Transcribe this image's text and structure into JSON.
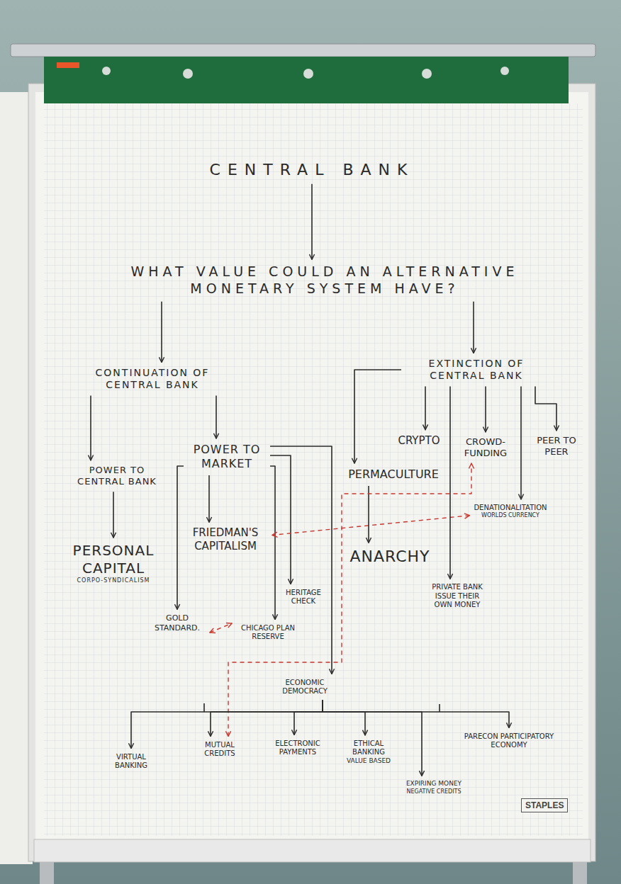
{
  "diagram": {
    "nodes": [
      {
        "text": [
          "CENTRAL BANK"
        ]
      },
      {
        "text": [
          "WHAT VALUE COULD AN ALTERNATIVE MONETARY SYSTEM HAVE?"
        ]
      },
      {
        "text": [
          "CONTINUATION OF CENTRAL BANK"
        ]
      },
      {
        "text": [
          "EXTINCTION OF CENTRAL BANK"
        ]
      },
      {
        "text": [
          "POWER TO CENTRAL BANK"
        ]
      },
      {
        "text": [
          "POWER TO MARKET"
        ]
      },
      {
        "text": [
          "PERSONAL CAPITAL",
          "CORPO-SYNDICALISM"
        ]
      },
      {
        "text": [
          "FRIEDMAN'S CAPITALISM"
        ]
      },
      {
        "text": [
          "GOLD STANDARD."
        ]
      },
      {
        "text": [
          "CHICAGO PLAN RESERVE"
        ]
      },
      {
        "text": [
          "HERITAGE CHECK"
        ]
      },
      {
        "text": [
          "ECONOMIC DEMOCRACY"
        ]
      },
      {
        "text": [
          "CRYPTO"
        ]
      },
      {
        "text": [
          "CROWD-FUNDING"
        ]
      },
      {
        "text": [
          "PEER TO PEER"
        ]
      },
      {
        "text": [
          "PERMACULTURE"
        ]
      },
      {
        "text": [
          "ANARCHY"
        ]
      },
      {
        "text": [
          "DENATIONALITATION",
          "WORLDS CURRENCY"
        ]
      },
      {
        "text": [
          "PRIVATE BANK ISSUE THEIR OWN MONEY"
        ]
      },
      {
        "text": [
          "VIRTUAL BANKING"
        ]
      },
      {
        "text": [
          "MUTUAL CREDITS"
        ]
      },
      {
        "text": [
          "ELECTRONIC PAYMENTS"
        ]
      },
      {
        "text": [
          "ETHICAL BANKING",
          "VALUE BASED"
        ]
      },
      {
        "text": [
          "EXPIRING MONEY",
          "NEGATIVE CREDITS"
        ]
      },
      {
        "text": [
          "PARECON PARTICIPATORY ECONOMY"
        ]
      }
    ],
    "edges": [
      {
        "from": 0,
        "to": 1,
        "arrow": "to"
      },
      {
        "from": 1,
        "to": 2,
        "arrow": "to"
      },
      {
        "from": 1,
        "to": 3,
        "arrow": "to"
      },
      {
        "from": 2,
        "to": 4,
        "arrow": "to"
      },
      {
        "from": 2,
        "to": 5,
        "arrow": "to"
      },
      {
        "from": 4,
        "to": 6,
        "arrow": "to"
      },
      {
        "from": 5,
        "to": 7,
        "arrow": "to"
      },
      {
        "from": 5,
        "to": 8,
        "arrow": "to"
      },
      {
        "from": 5,
        "to": 9,
        "arrow": "to"
      },
      {
        "from": 5,
        "to": 10,
        "arrow": "to"
      },
      {
        "from": 5,
        "to": 11,
        "arrow": "to"
      },
      {
        "from": 8,
        "to": 9,
        "arrow": "both"
      },
      {
        "from": 17,
        "to": 7,
        "arrow": "both"
      },
      {
        "from": 3,
        "to": 15,
        "arrow": "to"
      },
      {
        "from": 15,
        "to": 16,
        "arrow": "to"
      },
      {
        "from": 3,
        "to": 12,
        "arrow": "to"
      },
      {
        "from": 3,
        "to": 13,
        "arrow": "to"
      },
      {
        "from": 3,
        "to": 14,
        "arrow": "to"
      },
      {
        "from": 3,
        "to": 18,
        "arrow": "to"
      },
      {
        "from": 3,
        "to": 17,
        "arrow": "to"
      },
      {
        "from": 20,
        "to": 13,
        "arrow": "both"
      },
      {
        "from": 11,
        "to": 19,
        "arrow": "to"
      },
      {
        "from": 11,
        "to": 20,
        "arrow": "to"
      },
      {
        "from": 11,
        "to": 21,
        "arrow": "to"
      },
      {
        "from": 11,
        "to": 22,
        "arrow": "to"
      },
      {
        "from": 11,
        "to": 23,
        "arrow": "to"
      },
      {
        "from": 11,
        "to": 24,
        "arrow": "to"
      }
    ],
    "labels": [
      "STAPLES"
    ]
  }
}
